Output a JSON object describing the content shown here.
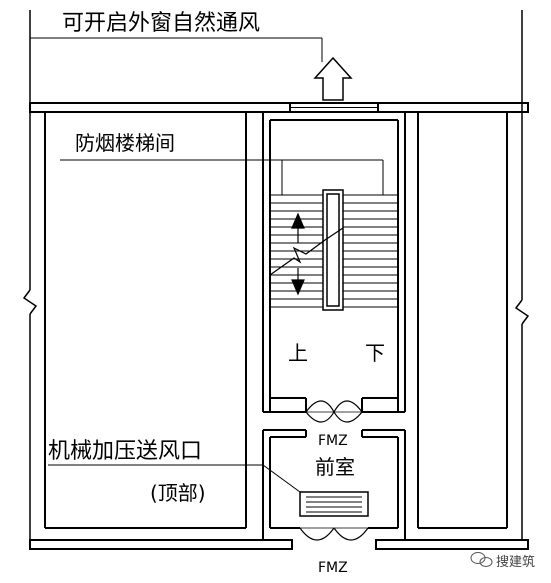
{
  "labels": {
    "window": "可开启外窗自然通风",
    "stair": "防烟楼梯间",
    "supply": "机械加压送风口",
    "supply_sub": "(顶部)",
    "up": "上",
    "down": "下",
    "door_upper": "FMZ",
    "door_lower": "FMZ",
    "anteroom": "前室",
    "watermark": "搜建筑"
  },
  "icons": {
    "arrow": "up-arrow-icon",
    "watermark": "wechat-icon"
  }
}
